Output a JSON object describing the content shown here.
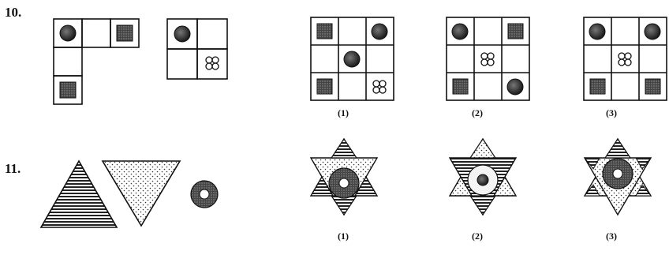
{
  "questions": [
    {
      "number": "10.",
      "options": [
        "(1)",
        "(2)",
        "(3)"
      ]
    },
    {
      "number": "11.",
      "options": [
        "(1)",
        "(2)",
        "(3)"
      ]
    }
  ],
  "colors": {
    "ink": "#111111",
    "paper": "#ffffff",
    "gray_fill": "#6b6b6b"
  }
}
